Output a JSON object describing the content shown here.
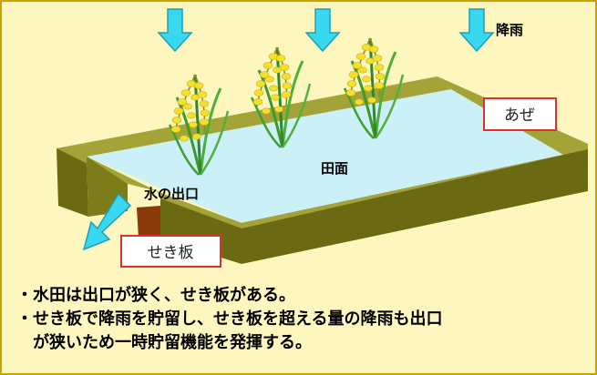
{
  "colors": {
    "background": "#fdf6bf",
    "border": "#c8a400",
    "water": "#ccf0f8",
    "levee_top": "#a3a338",
    "levee_side": "#6a6a12",
    "arrow": "#37d8f0",
    "arrow_stroke": "#1d9fb6",
    "weir": "#8a3a0a",
    "label_box_border": "#e0302e"
  },
  "icons": [
    "rain-arrow-icon",
    "rice-plant-icon",
    "outflow-arrow-icon"
  ],
  "labels": {
    "rain": "降雨",
    "levee": "あぜ",
    "field": "田面",
    "outlet": "水の出口",
    "weir": "せき板"
  },
  "notes": [
    "・水田は出口が狭く、せき板がある。",
    "・せき板で降雨を貯留し、せき板を超える量の降雨も出口",
    "　が狭いため一時貯留機能を発揮する。"
  ]
}
